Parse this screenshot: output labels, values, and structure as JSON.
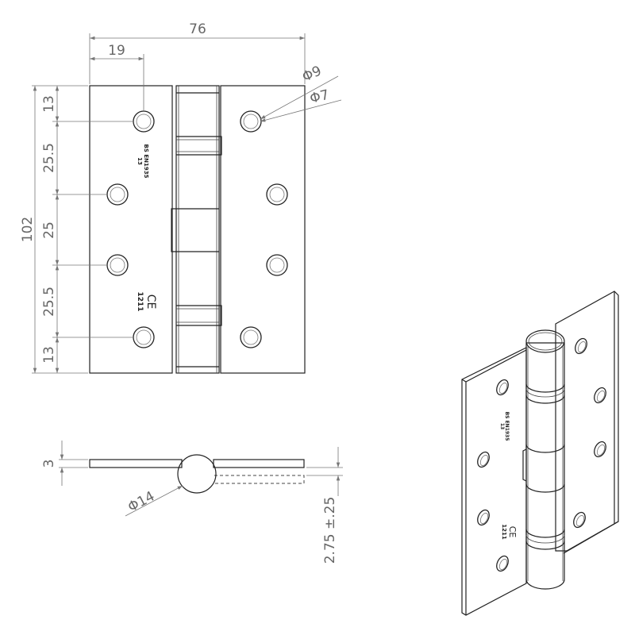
{
  "front_view": {
    "dim_width": "76",
    "dim_hole_offset": "19",
    "dim_outer_hole_dia": "Φ9",
    "dim_inner_hole_dia": "Φ7",
    "dim_height": "102",
    "dim_hole_spacing": [
      "13",
      "25.5",
      "25",
      "25.5",
      "13"
    ],
    "stamp_standard": "BS EN1935",
    "stamp_grade": "13",
    "ce_mark": "CE",
    "ce_number": "1211"
  },
  "side_view": {
    "dim_thickness": "3",
    "dim_knuckle_dia": "Φ14",
    "dim_gap": "2.75 ±.25"
  },
  "iso_view": {
    "stamp_standard": "BS EN1935",
    "stamp_grade": "13",
    "ce_mark": "CE",
    "ce_number": "1211"
  }
}
